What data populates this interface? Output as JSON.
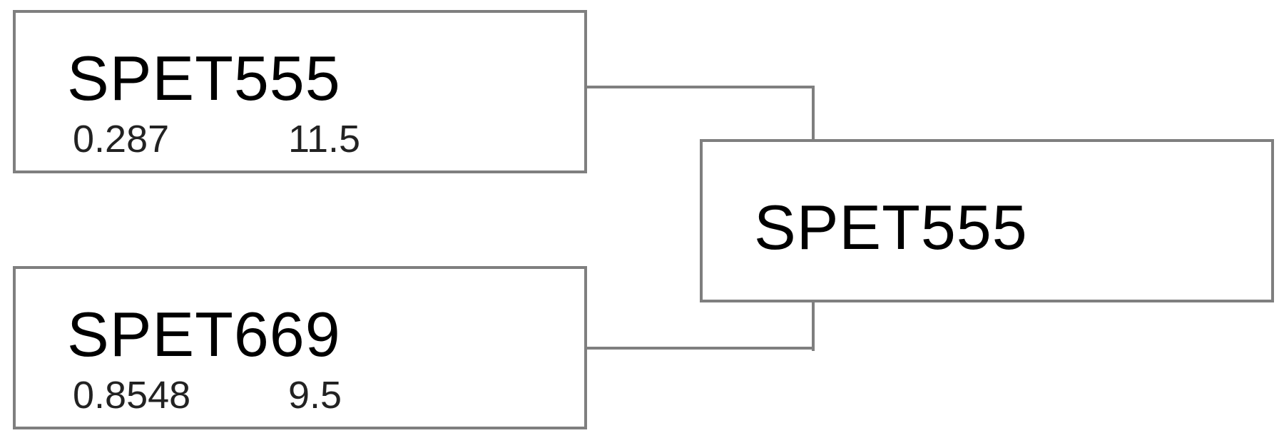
{
  "bracket": {
    "match": {
      "top": {
        "team": "SPET555",
        "stat1": "0.287",
        "stat2": "11.5"
      },
      "bottom": {
        "team": "SPET669",
        "stat1": "0.8548",
        "stat2": "9.5"
      }
    },
    "winner": {
      "team": "SPET555"
    }
  },
  "colors": {
    "border": "#7f7f7f",
    "text": "#000000",
    "background": "#ffffff"
  }
}
